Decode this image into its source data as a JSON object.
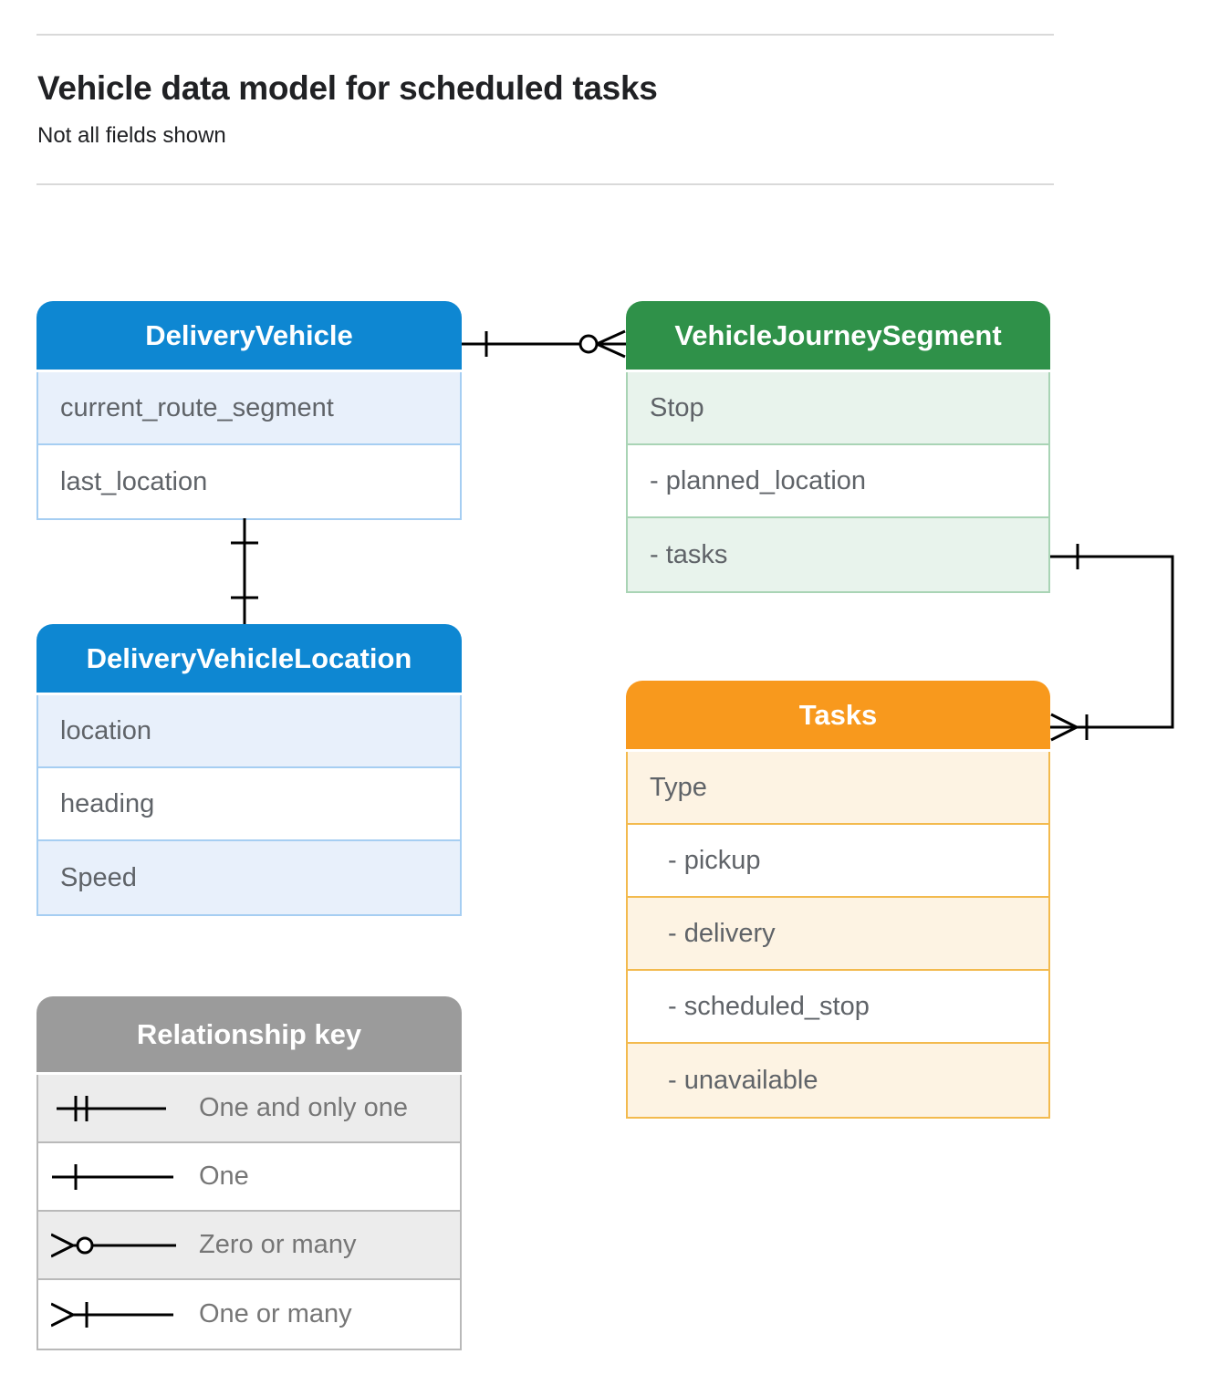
{
  "page": {
    "title": "Vehicle data model for scheduled tasks",
    "subtitle": "Not all fields shown"
  },
  "entities": {
    "delivery_vehicle": {
      "title": "DeliveryVehicle",
      "fields": [
        "current_route_segment",
        "last_location"
      ]
    },
    "vehicle_journey_segment": {
      "title": "VehicleJourneySegment",
      "fields": [
        "Stop",
        "- planned_location",
        "- tasks"
      ]
    },
    "delivery_vehicle_location": {
      "title": "DeliveryVehicleLocation",
      "fields": [
        "location",
        "heading",
        "Speed"
      ]
    },
    "tasks": {
      "title": "Tasks",
      "fields": [
        "Type",
        "- pickup",
        "- delivery",
        "- scheduled_stop",
        "- unavailable"
      ]
    }
  },
  "legend": {
    "title": "Relationship key",
    "items": [
      {
        "symbol": "one-and-only-one",
        "label": "One and only one"
      },
      {
        "symbol": "one",
        "label": "One"
      },
      {
        "symbol": "zero-or-many",
        "label": "Zero or many"
      },
      {
        "symbol": "one-or-many",
        "label": "One or many"
      }
    ]
  },
  "relationships": [
    {
      "from": "DeliveryVehicle",
      "from_cardinality": "one",
      "to": "VehicleJourneySegment",
      "to_cardinality": "zero-or-many"
    },
    {
      "from": "DeliveryVehicle",
      "from_cardinality": "one",
      "to": "DeliveryVehicleLocation",
      "to_cardinality": "one"
    },
    {
      "from": "VehicleJourneySegment",
      "from_cardinality": "one",
      "to": "Tasks",
      "to_cardinality": "one-or-many"
    }
  ],
  "colors": {
    "blue_header": "#0e87d2",
    "blue_row": "#e8f0fb",
    "blue_border": "#a6cef2",
    "green_header": "#2f9149",
    "green_row": "#e8f3ec",
    "green_border": "#a9d4b5",
    "orange_header": "#f8991d",
    "orange_row": "#fdf3e3",
    "orange_border": "#f3ba4e",
    "gray_header": "#9b9b9b",
    "gray_row": "#ececec",
    "gray_border": "#b9b9b9",
    "row_text": "#5f6368",
    "title_text": "#202124",
    "connector": "#000000"
  }
}
